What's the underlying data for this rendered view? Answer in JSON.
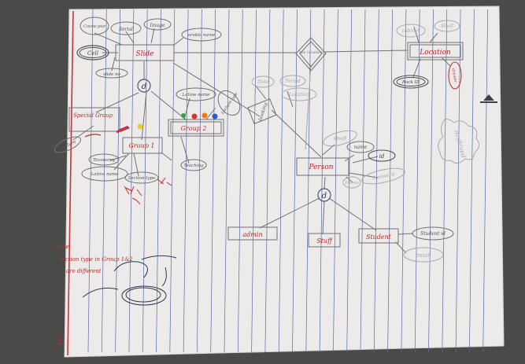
{
  "entities": [
    {
      "id": "slide",
      "label": "Slide"
    },
    {
      "id": "location",
      "label": "Location"
    },
    {
      "id": "special_group",
      "label": "Special Group"
    },
    {
      "id": "group2",
      "label": "Group 2"
    },
    {
      "id": "group1",
      "label": "Group 1"
    },
    {
      "id": "person",
      "label": "Person"
    },
    {
      "id": "admin",
      "label": "admin"
    },
    {
      "id": "stuff",
      "label": "Stuff"
    },
    {
      "id": "student",
      "label": "Student"
    }
  ],
  "relationships": [
    {
      "id": "has_location",
      "label": "has location"
    },
    {
      "id": "booking",
      "label": "booking"
    }
  ],
  "specializations": [
    {
      "id": "slide_d",
      "label": "d"
    },
    {
      "id": "person_d",
      "label": "d"
    }
  ],
  "attributes": {
    "slide": [
      "Course year",
      "Serial",
      "Image",
      "arabic name",
      "Cell",
      "slide no"
    ],
    "location": [
      "cabinet",
      "Shelf",
      "Rack ID",
      "drawer"
    ],
    "special_group": [
      "Lecture"
    ],
    "group2": [
      "Latine name",
      "Lecture type",
      "Teaching"
    ],
    "group1": [
      "Taxonomy",
      "Latine name",
      "Section type"
    ],
    "booking": [
      "Date",
      "Period",
      "Location"
    ],
    "person": [
      "email",
      "name",
      "id",
      "Phone",
      "Password"
    ],
    "student": [
      "Student id",
      "email"
    ],
    "other": [
      "Archived"
    ]
  },
  "note": {
    "lines": [
      "note:",
      "section type in Group 1&2",
      "are different"
    ]
  },
  "colors": {
    "paper": "#ecebea",
    "rule": "#5b67a8",
    "margin": "#c8333b",
    "ink_red": "#c02a2a",
    "ink_pencil": "#6f7278",
    "ink_faint": "#a7a9ad"
  }
}
